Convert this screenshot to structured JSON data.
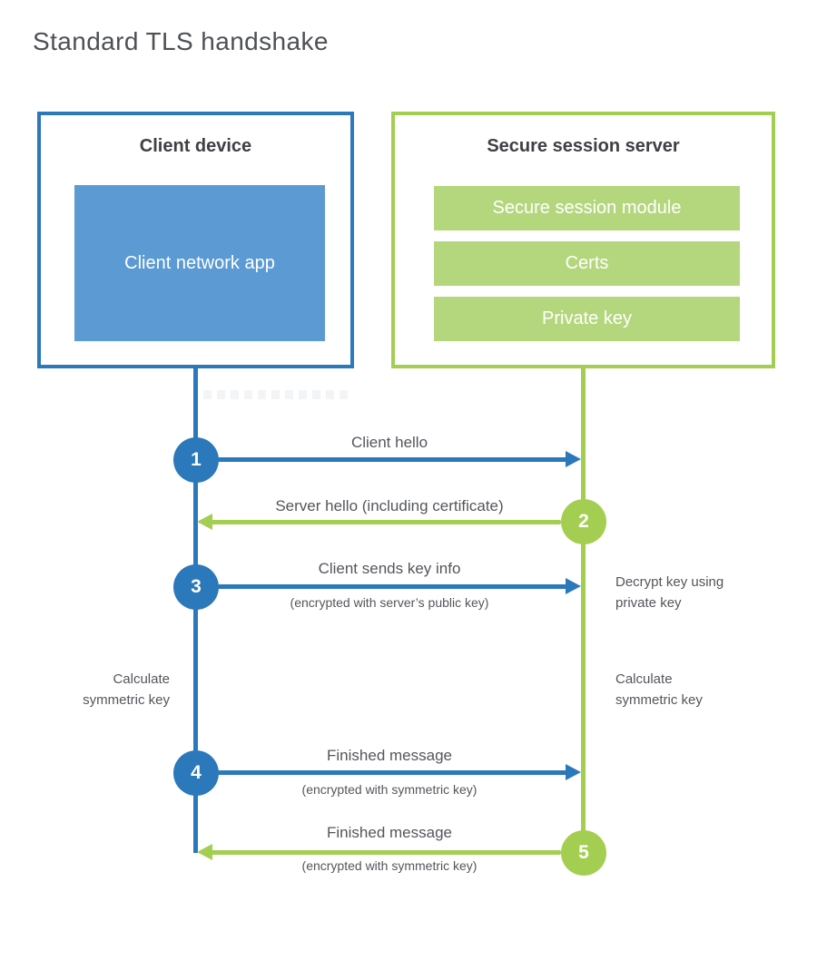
{
  "page": {
    "title": "Standard TLS handshake"
  },
  "colors": {
    "blue_accent": "#2b78bb",
    "blue_fill": "#5b9ad3",
    "green_accent": "#a4ce52",
    "green_fill": "#b4d77d",
    "heading_text": "#3e4043",
    "label_text": "#54565a"
  },
  "client": {
    "title": "Client device",
    "app_label": "Client network app"
  },
  "server": {
    "title": "Secure session server",
    "modules": [
      "Secure session module",
      "Certs",
      "Private key"
    ]
  },
  "messages": [
    {
      "num": "1",
      "label": "Client hello",
      "direction": "client-to-server"
    },
    {
      "num": "2",
      "label": "Server hello (including certificate)",
      "direction": "server-to-client"
    },
    {
      "num": "3",
      "label": "Client sends key info",
      "sublabel": "(encrypted with server’s public key)",
      "direction": "client-to-server"
    },
    {
      "num": "4",
      "label": "Finished message",
      "sublabel": "(encrypted with symmetric key)",
      "direction": "client-to-server"
    },
    {
      "num": "5",
      "label": "Finished message",
      "sublabel": "(encrypted with symmetric key)",
      "direction": "server-to-client"
    }
  ],
  "notes": {
    "decrypt": "Decrypt key using private key",
    "calc_left": "Calculate symmetric key",
    "calc_right": "Calculate symmetric key"
  }
}
